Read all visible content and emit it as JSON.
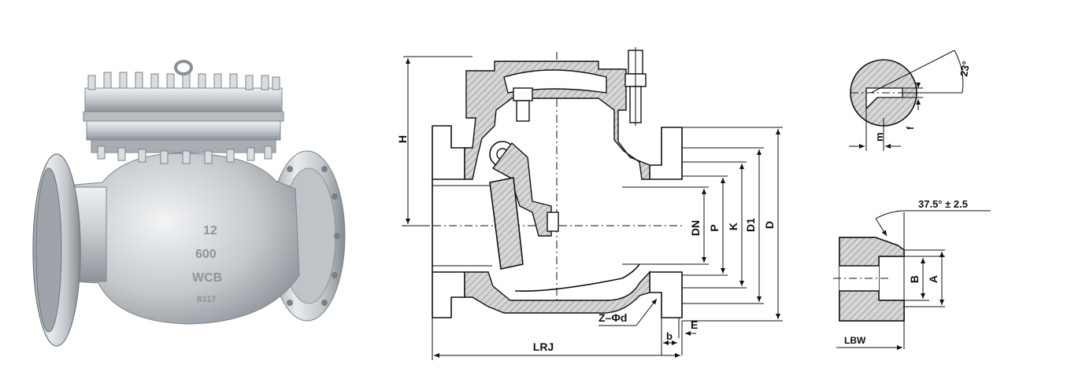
{
  "photo": {
    "body_markings": [
      "12",
      "600",
      "WCB",
      "8317"
    ]
  },
  "section_view": {
    "dim_labels": {
      "H": "H",
      "DN": "DN",
      "P": "P",
      "K": "K",
      "D1": "D1",
      "D": "D",
      "Z_phi_d": "Z–Φd",
      "E": "E",
      "b": "b",
      "LRJ": "LRJ"
    }
  },
  "ring_groove_detail": {
    "angle_label": "23°",
    "m_label": "m",
    "f_label": "f"
  },
  "weld_end_detail": {
    "bevel_label": "37.5° ± 2.5",
    "B_label": "B",
    "A_label": "A",
    "LBW_label": "LBW"
  },
  "colors": {
    "line": "#111111",
    "hatch": "#b0b0b0",
    "steel_light": "#dfe3e6",
    "steel_mid": "#aeb4b9",
    "steel_dark": "#6f767c"
  }
}
